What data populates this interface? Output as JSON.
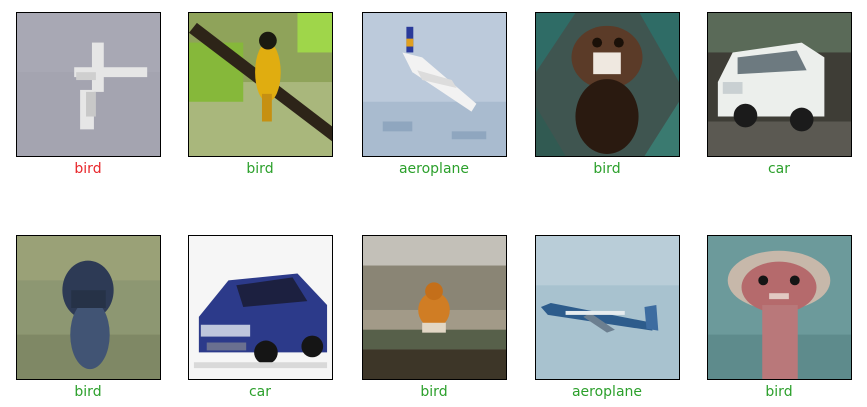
{
  "grid": {
    "rows": [
      [
        {
          "label": "bird",
          "status": "wrong",
          "icon": "airplane-photo"
        },
        {
          "label": "bird",
          "status": "correct",
          "icon": "yellow-bird-photo"
        },
        {
          "label": "aeroplane",
          "status": "correct",
          "icon": "airliner-photo"
        },
        {
          "label": "bird",
          "status": "correct",
          "icon": "bird-closeup-photo"
        },
        {
          "label": "car",
          "status": "correct",
          "icon": "white-car-photo"
        }
      ],
      [
        {
          "label": "bird",
          "status": "correct",
          "icon": "dark-bird-photo"
        },
        {
          "label": "car",
          "status": "correct",
          "icon": "blue-car-photo"
        },
        {
          "label": "bird",
          "status": "correct",
          "icon": "small-bird-photo"
        },
        {
          "label": "aeroplane",
          "status": "correct",
          "icon": "airliner-photo"
        },
        {
          "label": "bird",
          "status": "correct",
          "icon": "ostrich-photo"
        }
      ]
    ]
  },
  "colors": {
    "correct": "#2ca02c",
    "wrong": "#e8262b"
  }
}
